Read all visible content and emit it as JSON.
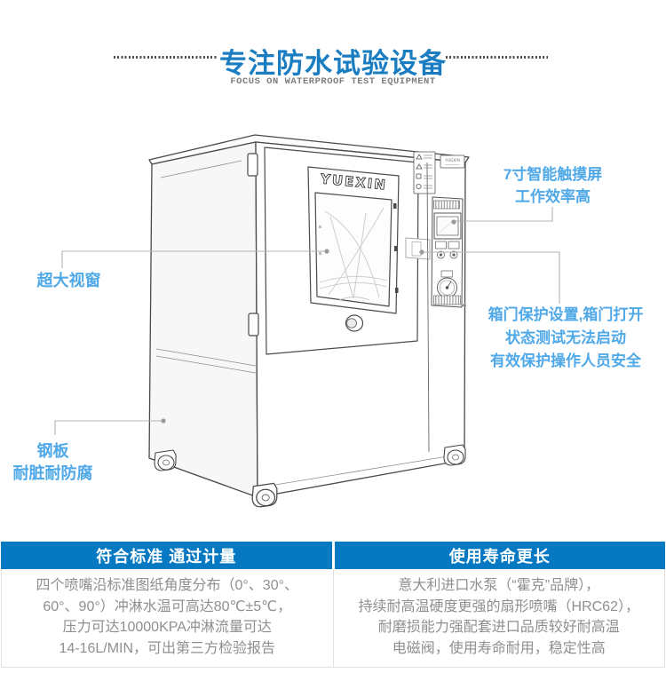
{
  "header": {
    "title": "专注防水试验设备",
    "subtitle": "FOCUS ON WATERPROOF TEST EQUIPMENT",
    "title_color": "#1a7dc2"
  },
  "diagram": {
    "logo": "YUEXIN",
    "accent_color": "#4fa8e8",
    "callouts": {
      "touchscreen": {
        "lines": [
          "7寸智能触摸屏",
          "工作效率高"
        ]
      },
      "window": {
        "lines": [
          "超大视窗"
        ]
      },
      "door_protect": {
        "lines": [
          "箱门保护设置,箱门打开",
          "状态测试无法启动",
          "有效保护操作人员安全"
        ]
      },
      "steel": {
        "lines": [
          "钢板",
          "耐脏耐防腐"
        ]
      }
    }
  },
  "features": {
    "band_color": "#0779c3",
    "left": {
      "title": "符合标准 通过计量",
      "lines": [
        "四个喷嘴沿标准图纸角度分布（0°、30°、",
        "60°、90°）冲淋水温可高达80℃±5℃，",
        "压力可达10000KPA冲淋流量可达",
        "14-16L/MIN，可出第三方检验报告"
      ]
    },
    "right": {
      "title": "使用寿命更长",
      "lines": [
        "意大利进口水泵（“霍克”品牌），",
        "持续耐高温硬度更强的扇形喷嘴（HRC62），",
        "耐磨损能力强配套进口品质较好耐高温",
        "电磁阀，使用寿命耐用，稳定性高"
      ]
    }
  }
}
